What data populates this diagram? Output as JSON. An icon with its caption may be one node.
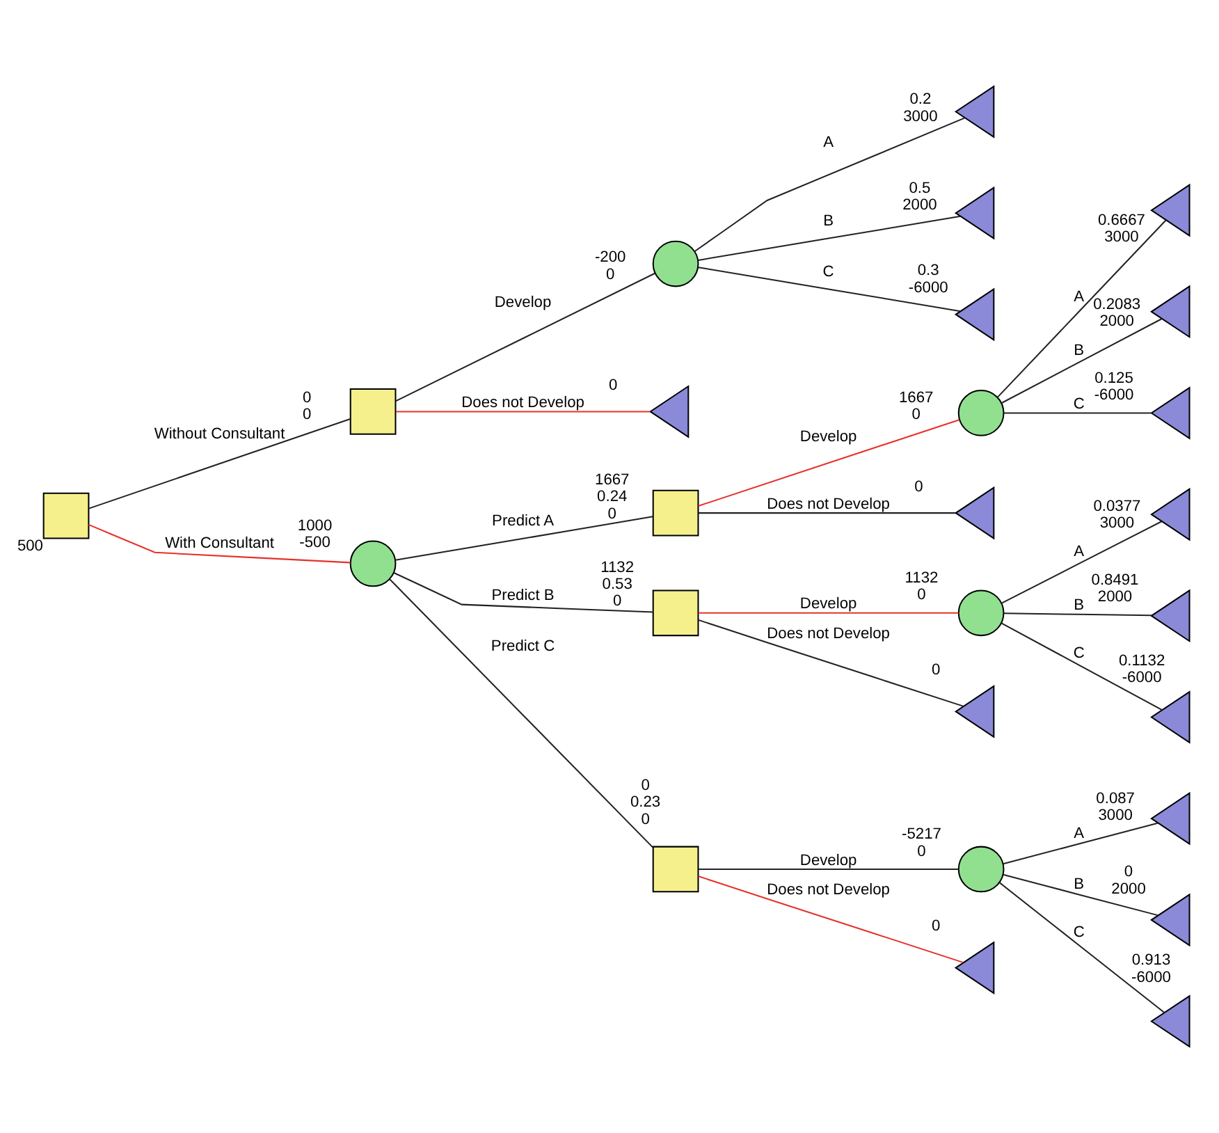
{
  "diagram": {
    "nodes": [
      {
        "text": [],
        "shape": "box",
        "beside": [
          "500"
        ]
      },
      {
        "text": [],
        "shape": "box",
        "beside": [
          "0",
          "0"
        ]
      },
      {
        "text": [],
        "shape": "circle",
        "beside": [
          "-200",
          "0"
        ]
      },
      {
        "text": [],
        "shape": "triangle",
        "beside": [
          "0.2",
          "3000"
        ]
      },
      {
        "text": [],
        "shape": "triangle",
        "beside": [
          "0.5",
          "2000"
        ]
      },
      {
        "text": [],
        "shape": "triangle",
        "beside": [
          "0.3",
          "-6000"
        ]
      },
      {
        "text": [],
        "shape": "triangle",
        "beside": [
          "0"
        ]
      },
      {
        "text": [],
        "shape": "circle",
        "beside": [
          "1000",
          "-500"
        ]
      },
      {
        "text": [],
        "shape": "box",
        "beside": [
          "1667",
          "0.24",
          "0"
        ]
      },
      {
        "text": [],
        "shape": "circle",
        "beside": [
          "1667",
          "0"
        ]
      },
      {
        "text": [],
        "shape": "triangle",
        "beside": [
          "0.6667",
          "3000"
        ]
      },
      {
        "text": [],
        "shape": "triangle",
        "beside": [
          "0.2083",
          "2000"
        ]
      },
      {
        "text": [],
        "shape": "triangle",
        "beside": [
          "0.125",
          "-6000"
        ]
      },
      {
        "text": [],
        "shape": "triangle",
        "beside": [
          "0"
        ]
      },
      {
        "text": [],
        "shape": "box",
        "beside": [
          "1132",
          "0.53",
          "0"
        ]
      },
      {
        "text": [],
        "shape": "circle",
        "beside": [
          "1132",
          "0"
        ]
      },
      {
        "text": [],
        "shape": "triangle",
        "beside": [
          "0.0377",
          "3000"
        ]
      },
      {
        "text": [],
        "shape": "triangle",
        "beside": [
          "0.8491",
          "2000"
        ]
      },
      {
        "text": [],
        "shape": "triangle",
        "beside": [
          "0.1132",
          "-6000"
        ]
      },
      {
        "text": [],
        "shape": "triangle",
        "beside": [
          "0"
        ]
      },
      {
        "text": [],
        "shape": "box",
        "beside": [
          "0",
          "0.23",
          "0"
        ]
      },
      {
        "text": [],
        "shape": "circle",
        "beside": [
          "-5217",
          "0"
        ]
      },
      {
        "text": [],
        "shape": "triangle",
        "beside": [
          "0.087",
          "3000"
        ]
      },
      {
        "text": [],
        "shape": "triangle",
        "beside": [
          "0",
          "2000"
        ]
      },
      {
        "text": [],
        "shape": "triangle",
        "beside": [
          "0.913",
          "-6000"
        ]
      },
      {
        "text": [],
        "shape": "triangle",
        "beside": [
          "0"
        ]
      }
    ],
    "edges": [
      {
        "from": 0,
        "to": 1,
        "arrow": "none",
        "label": "Without Consultant"
      },
      {
        "from": 1,
        "to": 2,
        "arrow": "none",
        "label": "Develop"
      },
      {
        "from": 2,
        "to": 3,
        "arrow": "none",
        "label": "A"
      },
      {
        "from": 2,
        "to": 4,
        "arrow": "none",
        "label": "B"
      },
      {
        "from": 2,
        "to": 5,
        "arrow": "none",
        "label": "C"
      },
      {
        "from": 1,
        "to": 6,
        "arrow": "none",
        "label": "Does not Develop",
        "color": "#e8302a"
      },
      {
        "from": 0,
        "to": 7,
        "arrow": "none",
        "label": "With Consultant",
        "color": "#e8302a"
      },
      {
        "from": 7,
        "to": 8,
        "arrow": "none",
        "label": "Predict A"
      },
      {
        "from": 8,
        "to": 9,
        "arrow": "none",
        "label": "Develop",
        "color": "#e8302a"
      },
      {
        "from": 9,
        "to": 10,
        "arrow": "none",
        "label": "A"
      },
      {
        "from": 9,
        "to": 11,
        "arrow": "none",
        "label": "B"
      },
      {
        "from": 9,
        "to": 12,
        "arrow": "none",
        "label": "C"
      },
      {
        "from": 8,
        "to": 13,
        "arrow": "none",
        "label": "Does not Develop"
      },
      {
        "from": 7,
        "to": 14,
        "arrow": "none",
        "label": "Predict B"
      },
      {
        "from": 14,
        "to": 15,
        "arrow": "none",
        "label": "Develop",
        "color": "#e8302a"
      },
      {
        "from": 15,
        "to": 16,
        "arrow": "none",
        "label": "A"
      },
      {
        "from": 15,
        "to": 17,
        "arrow": "none",
        "label": "B"
      },
      {
        "from": 15,
        "to": 18,
        "arrow": "none",
        "label": "C"
      },
      {
        "from": 14,
        "to": 19,
        "arrow": "none",
        "label": "Does not Develop"
      },
      {
        "from": 7,
        "to": 20,
        "arrow": "none",
        "label": "Predict C"
      },
      {
        "from": 20,
        "to": 21,
        "arrow": "none",
        "label": "Develop"
      },
      {
        "from": 21,
        "to": 22,
        "arrow": "none",
        "label": "A"
      },
      {
        "from": 21,
        "to": 23,
        "arrow": "none",
        "label": "B"
      },
      {
        "from": 21,
        "to": 24,
        "arrow": "none",
        "label": "C"
      },
      {
        "from": 20,
        "to": 25,
        "arrow": "none",
        "label": "Does not Develop",
        "color": "#e8302a"
      }
    ]
  }
}
